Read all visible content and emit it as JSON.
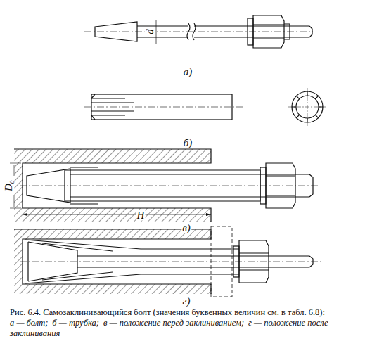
{
  "diagram": {
    "caption": "Рис. 6.4. Самозаклинивающийся болт (значения буквенных величин см. в табл. 6.8):",
    "labels": [
      "d",
      "а)",
      "б)",
      "D₀",
      "H",
      "в)",
      "г)",
      "а — болт;",
      "б — трубка;",
      "в — положение перед заклиниванием;",
      "г — положение после заклинивания"
    ]
  }
}
